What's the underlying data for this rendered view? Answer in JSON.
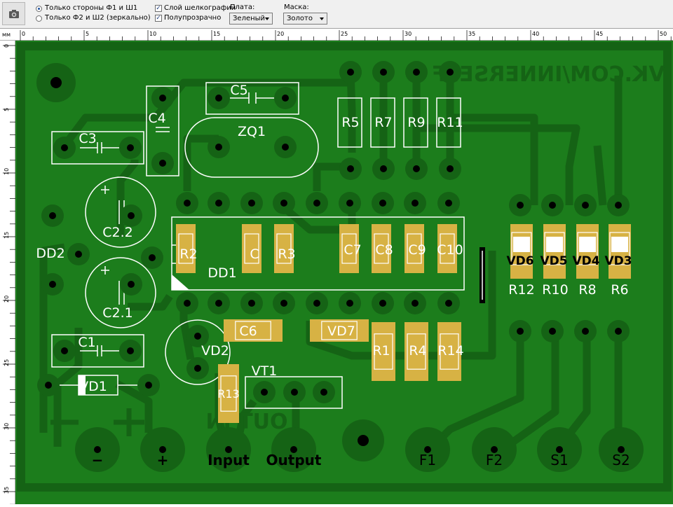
{
  "toolbar": {
    "camera_icon": "camera-icon",
    "side_option_1": "Только стороны Ф1 и Ш1",
    "side_option_2": "Только Ф2 и Ш2 (зеркально)",
    "silkscreen_label": "Слой шелкографии",
    "translucent_label": "Полупрозрачно",
    "board_label": "Плата:",
    "board_value": "Зеленый",
    "mask_label": "Маска:",
    "mask_value": "Золото"
  },
  "ruler": {
    "unit": "мм",
    "top_ticks": [
      "0",
      "5",
      "10",
      "15",
      "20",
      "25",
      "30",
      "35",
      "40",
      "45",
      "50"
    ],
    "left_ticks": [
      "0",
      "5",
      "10",
      "15",
      "20",
      "25",
      "30",
      "35"
    ]
  },
  "colors": {
    "board": "#1c7d1c",
    "copper": "#156315",
    "pad": "#d7b244",
    "silk": "#ffffff",
    "hole": "#000000"
  },
  "pcb": {
    "mirror_text": "VK.COM/INNERSELF",
    "mirror_out_in": "OUT IN",
    "components": {
      "c5": "C5",
      "zq1": "ZQ1",
      "c4": "C4",
      "c3": "C3",
      "r5": "R5",
      "r7": "R7",
      "r9": "R9",
      "r11": "R11",
      "c22": "C2.2",
      "c21": "C2.1",
      "dd2": "DD2",
      "dd1": "DD1",
      "r2": "R2",
      "c": "C",
      "r3": "R3",
      "c7": "C7",
      "c8": "C8",
      "c9": "C9",
      "c10": "C10",
      "vd6": "VD6",
      "vd5": "VD5",
      "vd4": "VD4",
      "vd3": "VD3",
      "r12": "R12",
      "r10": "R10",
      "r8": "R8",
      "r6": "R6",
      "c6": "C6",
      "vd7": "VD7",
      "c1": "C1",
      "vd2": "VD2",
      "r1": "R1",
      "r4": "R4",
      "r14": "R14",
      "vt1": "VT1",
      "vd1": "VD1",
      "r13": "R13"
    },
    "terminals": {
      "minus": "−",
      "plus": "+",
      "input": "Input",
      "output": "Output",
      "f1": "F1",
      "f2": "F2",
      "s1": "S1",
      "s2": "S2"
    }
  }
}
